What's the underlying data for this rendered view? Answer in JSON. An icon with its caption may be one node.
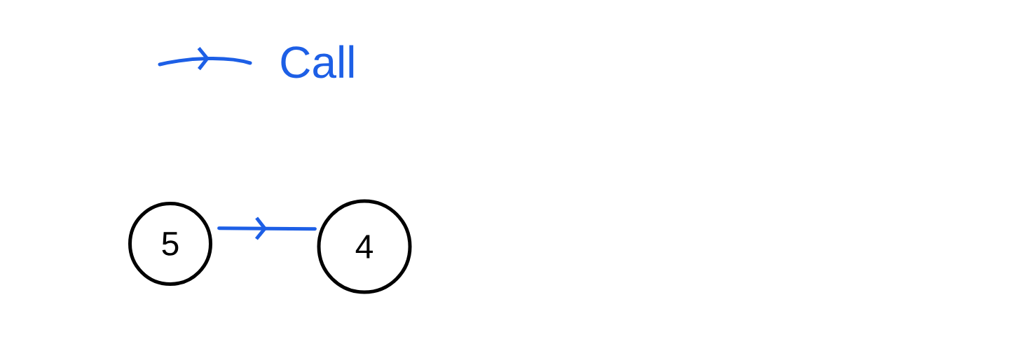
{
  "diagram": {
    "nodes": [
      {
        "text": [
          "5"
        ]
      },
      {
        "text": [
          "4"
        ]
      }
    ],
    "edges": [
      {
        "from": 0,
        "to": 1,
        "arrow": "to",
        "color": "#1d5fe6"
      }
    ],
    "legend": [
      {
        "text": "Call"
      }
    ]
  }
}
